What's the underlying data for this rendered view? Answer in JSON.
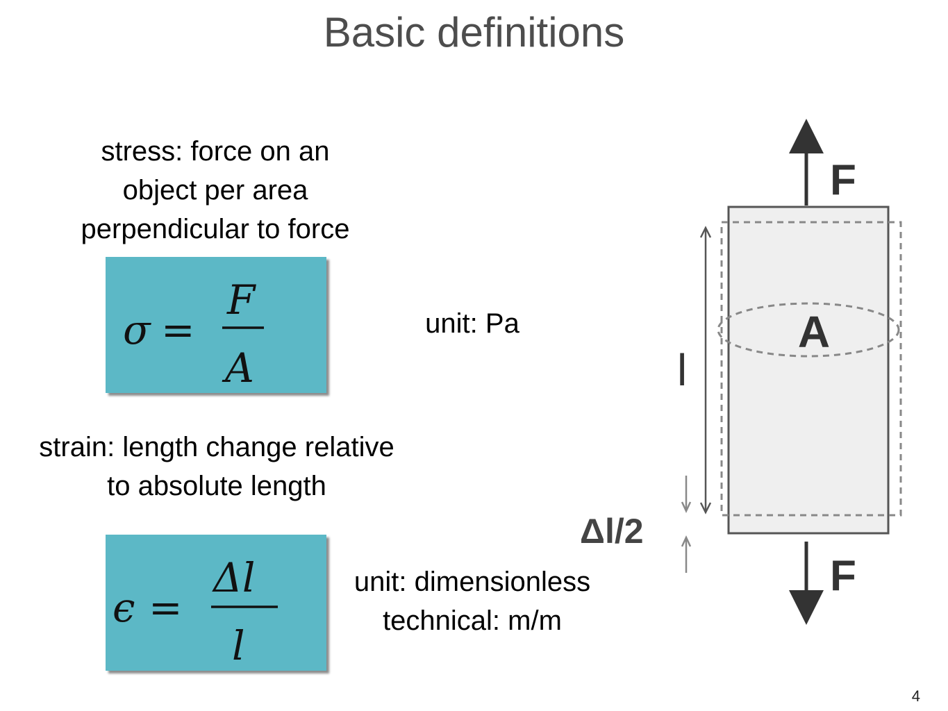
{
  "slide": {
    "title": "Basic definitions",
    "page_number": "4"
  },
  "stress": {
    "description": "stress: force on an object per area perpendicular to force",
    "lines": [
      "stress: force on an",
      "object per area",
      "perpendicular to force"
    ],
    "formula": {
      "lhs": "σ",
      "eq": "=",
      "numerator": "F",
      "denominator": "A"
    },
    "unit": "unit: Pa"
  },
  "strain": {
    "lines": [
      "strain: length change relative",
      "to absolute length"
    ],
    "formula": {
      "lhs": "ϵ",
      "eq": "=",
      "numerator": "Δl",
      "denominator": "l"
    },
    "unit_lines": [
      "unit: dimensionless",
      "technical: m/m"
    ]
  },
  "diagram": {
    "force_top": "F",
    "force_bottom": "F",
    "area": "A",
    "length": "l",
    "delta": "Δl/2"
  },
  "colors": {
    "formula_bg": "#5cb8c6",
    "title": "#4d4d4d",
    "specimen_fill": "#efefef"
  }
}
